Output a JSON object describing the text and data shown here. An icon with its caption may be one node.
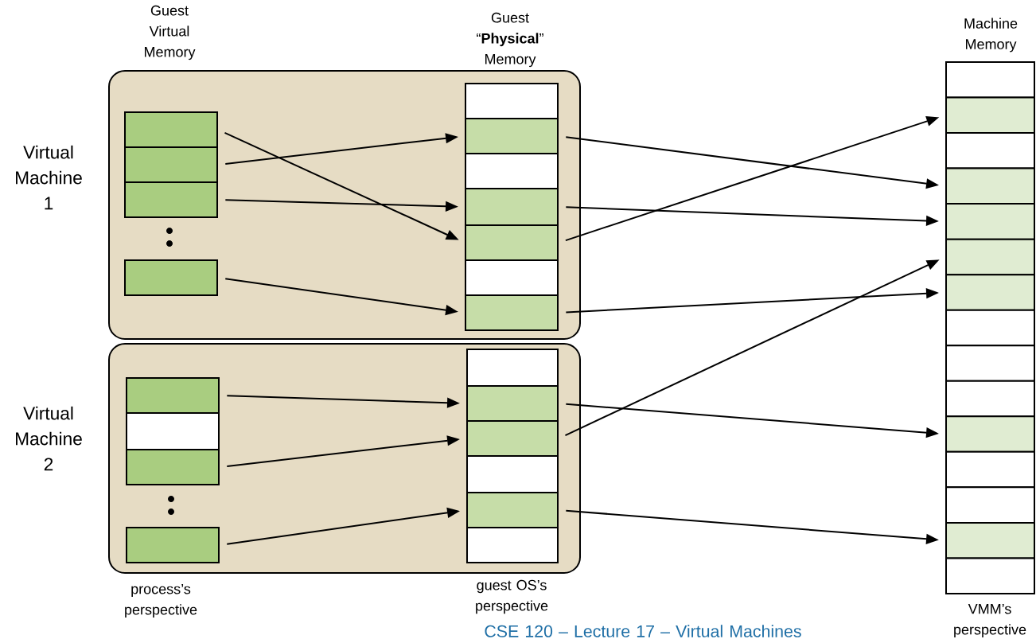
{
  "diagram": {
    "nodes": [
      {
        "text": [
          "Virtual Machine 1"
        ]
      },
      {
        "text": [],
        "shape": "box",
        "in": 0
      },
      {
        "text": [],
        "shape": "box",
        "in": 0
      },
      {
        "text": [],
        "shape": "box",
        "in": 0
      },
      {
        "text": [],
        "shape": "box",
        "in": 0
      },
      {
        "text": [],
        "shape": "box",
        "in": 0
      },
      {
        "text": [],
        "shape": "box",
        "in": 0
      },
      {
        "text": [],
        "shape": "box",
        "in": 0
      },
      {
        "text": [],
        "shape": "box",
        "in": 0
      },
      {
        "text": [],
        "shape": "box",
        "in": 0
      },
      {
        "text": [],
        "shape": "box",
        "in": 0
      },
      {
        "text": [],
        "shape": "box",
        "in": 0
      },
      {
        "text": [
          "Virtual Machine 2"
        ]
      },
      {
        "text": [],
        "shape": "box",
        "in": 12
      },
      {
        "text": [],
        "shape": "box",
        "in": 12
      },
      {
        "text": [],
        "shape": "box",
        "in": 12
      },
      {
        "text": [],
        "shape": "box",
        "in": 12
      },
      {
        "text": [],
        "shape": "box",
        "in": 12
      },
      {
        "text": [],
        "shape": "box",
        "in": 12
      },
      {
        "text": [],
        "shape": "box",
        "in": 12
      },
      {
        "text": [],
        "shape": "box",
        "in": 12
      },
      {
        "text": [],
        "shape": "box",
        "in": 12
      },
      {
        "text": [],
        "shape": "box",
        "in": 12
      },
      {
        "text": [],
        "shape": "box"
      },
      {
        "text": [],
        "shape": "box"
      },
      {
        "text": [],
        "shape": "box"
      },
      {
        "text": [],
        "shape": "box"
      },
      {
        "text": [],
        "shape": "box"
      },
      {
        "text": [],
        "shape": "box"
      },
      {
        "text": [],
        "shape": "box"
      },
      {
        "text": [],
        "shape": "box"
      },
      {
        "text": [],
        "shape": "box"
      },
      {
        "text": [],
        "shape": "box"
      },
      {
        "text": [],
        "shape": "box"
      },
      {
        "text": [],
        "shape": "box"
      },
      {
        "text": [],
        "shape": "box"
      },
      {
        "text": [],
        "shape": "box"
      },
      {
        "text": [],
        "shape": "box"
      }
    ],
    "edges": [
      {
        "from": 1,
        "to": 9,
        "arrow": "to"
      },
      {
        "from": 2,
        "to": 6,
        "arrow": "to"
      },
      {
        "from": 3,
        "to": 8,
        "arrow": "to"
      },
      {
        "from": 4,
        "to": 11,
        "arrow": "to"
      },
      {
        "from": 6,
        "to": 26,
        "arrow": "to"
      },
      {
        "from": 8,
        "to": 27,
        "arrow": "to"
      },
      {
        "from": 9,
        "to": 24,
        "arrow": "to"
      },
      {
        "from": 11,
        "to": 29,
        "arrow": "to"
      },
      {
        "from": 13,
        "to": 18,
        "arrow": "to"
      },
      {
        "from": 15,
        "to": 19,
        "arrow": "to"
      },
      {
        "from": 16,
        "to": 21,
        "arrow": "to"
      },
      {
        "from": 18,
        "to": 33,
        "arrow": "to"
      },
      {
        "from": 19,
        "to": 28,
        "arrow": "to"
      },
      {
        "from": 21,
        "to": 36,
        "arrow": "to"
      }
    ],
    "labels": [
      "Guest Virtual Memory",
      "Guest “**Physical**” Memory",
      "Machine Memory",
      "process’s perspective",
      "guest OS’s perspective",
      "VMM’s perspective",
      "CSE 120 – Lecture 17 – Virtual Machines"
    ]
  }
}
